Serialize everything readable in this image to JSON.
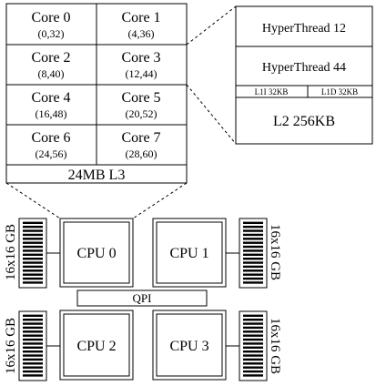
{
  "cores": [
    {
      "label": "Core 0",
      "threads": "(0,32)"
    },
    {
      "label": "Core 1",
      "threads": "(4,36)"
    },
    {
      "label": "Core 2",
      "threads": "(8,40)"
    },
    {
      "label": "Core 3",
      "threads": "(12,44)"
    },
    {
      "label": "Core 4",
      "threads": "(16,48)"
    },
    {
      "label": "Core 5",
      "threads": "(20,52)"
    },
    {
      "label": "Core 6",
      "threads": "(24,56)"
    },
    {
      "label": "Core 7",
      "threads": "(28,60)"
    }
  ],
  "l3_label": "24MB L3",
  "core_detail": {
    "hyperthread_a": "HyperThread 12",
    "hyperthread_b": "HyperThread 44",
    "l1i": "L1I 32KB",
    "l1d": "L1D 32KB",
    "l2": "L2 256KB"
  },
  "cpus": [
    "CPU 0",
    "CPU 1",
    "CPU 2",
    "CPU 3"
  ],
  "memory_label": "16x16 GB",
  "interconnect": "QPI"
}
